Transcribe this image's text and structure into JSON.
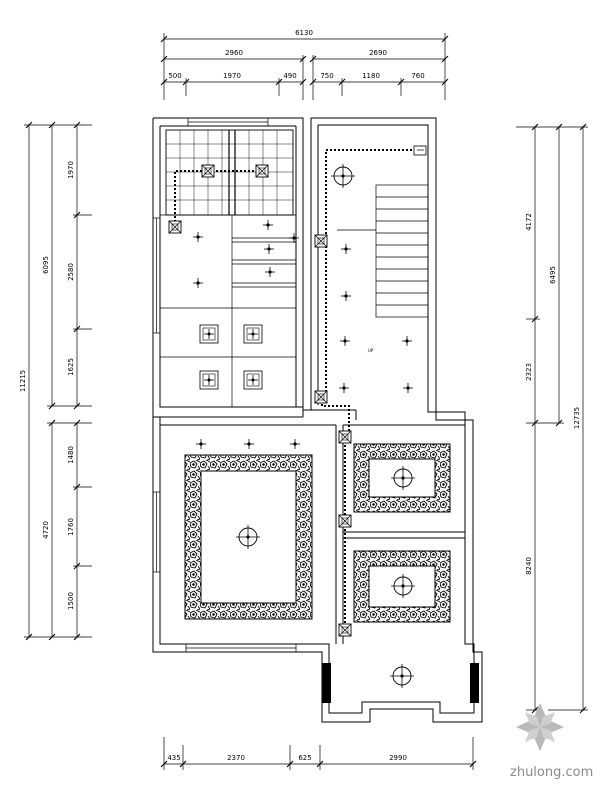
{
  "top_dimensions": {
    "total": "6130",
    "left_block": "2960",
    "right_block": "2690",
    "left_parts": [
      "500",
      "1970",
      "490"
    ],
    "right_parts": [
      "750",
      "1180",
      "760"
    ]
  },
  "bottom_dimensions": {
    "left_parts": [
      "435",
      "2370",
      "625"
    ],
    "right_total": "2990"
  },
  "left_dimensions": {
    "total": "11215",
    "upper_total": "6095",
    "upper_parts": [
      "1970",
      "2580",
      "1625"
    ],
    "lower_total": "4720",
    "lower_parts": [
      "1480",
      "1760",
      "1500"
    ]
  },
  "right_dimensions": {
    "total": "12735",
    "upper_total": "6495",
    "upper_parts": [
      "4172",
      "2323"
    ],
    "lower_total": "8240"
  },
  "annotations": {
    "stair_label": "UP"
  },
  "watermark": {
    "text": "zhulong.com",
    "color": "#8a8a8a"
  },
  "colors": {
    "line": "#000000",
    "background": "#ffffff",
    "watermark_logo": "#b9b9b9"
  }
}
